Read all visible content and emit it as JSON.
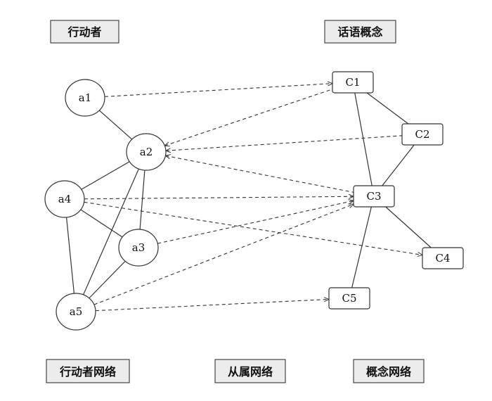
{
  "labels": {
    "actors": "行动者",
    "discourse_concepts": "话语概念",
    "actor_network": "行动者网络",
    "affiliation_network": "从属网络",
    "concept_network": "概念网络"
  },
  "actors": [
    "a1",
    "a2",
    "a3",
    "a4",
    "a5"
  ],
  "concepts": [
    "C1",
    "C2",
    "C3",
    "C4",
    "C5"
  ],
  "actor_edges": [
    [
      "a1",
      "a2"
    ],
    [
      "a2",
      "a4"
    ],
    [
      "a2",
      "a3"
    ],
    [
      "a2",
      "a5"
    ],
    [
      "a4",
      "a3"
    ],
    [
      "a4",
      "a5"
    ],
    [
      "a3",
      "a5"
    ]
  ],
  "concept_edges": [
    [
      "C1",
      "C2"
    ],
    [
      "C1",
      "C3"
    ],
    [
      "C2",
      "C3"
    ],
    [
      "C3",
      "C4"
    ],
    [
      "C3",
      "C5"
    ]
  ],
  "affiliation_edges": [
    [
      "a1",
      "C1"
    ],
    [
      "a2",
      "C1"
    ],
    [
      "a2",
      "C2"
    ],
    [
      "a2",
      "C3"
    ],
    [
      "a4",
      "C3"
    ],
    [
      "a4",
      "C4"
    ],
    [
      "a3",
      "C3"
    ],
    [
      "a5",
      "C3"
    ],
    [
      "a5",
      "C5"
    ]
  ]
}
